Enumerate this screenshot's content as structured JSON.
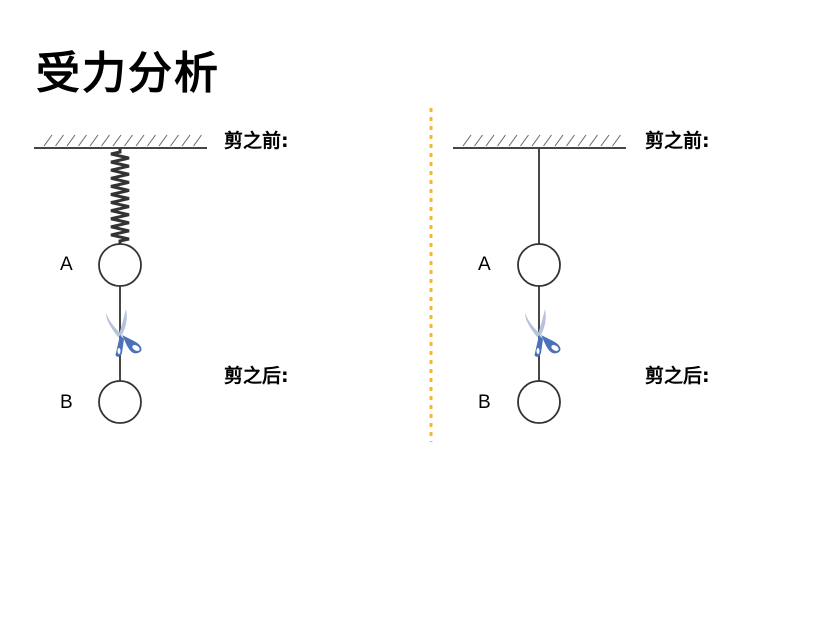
{
  "title": "受力分析",
  "colors": {
    "divider": "#f5b731",
    "scissors": "#4a72b8",
    "line": "#333333"
  },
  "panels": [
    {
      "support": "spring",
      "before_label": "剪之前:",
      "after_label": "剪之后:",
      "ball_a": "A",
      "ball_b": "B",
      "cut_icon": "scissors-icon"
    },
    {
      "support": "string",
      "before_label": "剪之前:",
      "after_label": "剪之后:",
      "ball_a": "A",
      "ball_b": "B",
      "cut_icon": "scissors-icon"
    }
  ]
}
